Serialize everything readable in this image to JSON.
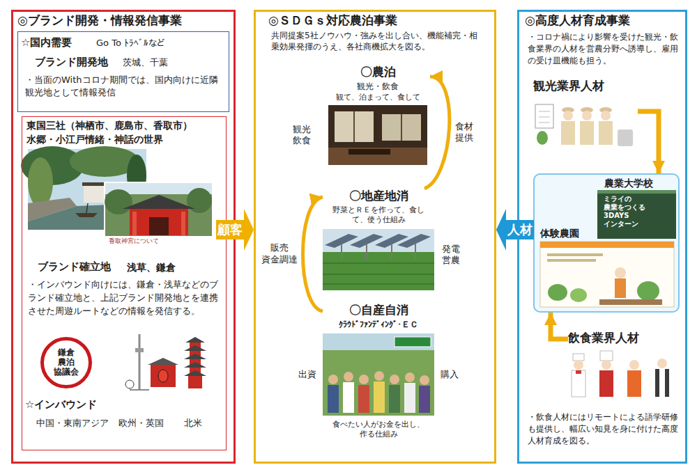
{
  "diagram": {
    "nodes": [
      {
        "text": [
          "◎ブランド開発・情報発信事業"
        ]
      },
      {
        "text": [
          "☆国内需要",
          "Go To ﾄﾗﾍﾞﾙなど",
          "ブランド開発地",
          "茨城、千葉",
          "・当面のWithコロナ期間では、国内向けに近隣観光地として情報発信"
        ],
        "in": 0
      },
      {
        "text": [
          "東国三社（神栖市、鹿島市、香取市）",
          "水郷・小江戸情緒・神話の世界",
          "ブランド確立地",
          "浅草、鎌倉",
          "・インバウンド向けには、鎌倉・浅草などのブランド確立地と、上記ブランド開発地とを連携させた周遊ルートなどの情報を発信する。",
          "☆インバウンド",
          "中国・東南アジア",
          "欧州・英国",
          "北米"
        ],
        "in": 0
      },
      {
        "text": [
          "鎌倉 農泊 協議会"
        ],
        "in": 2
      },
      {
        "text": [
          "◎ＳＤＧｓ対応農泊事業",
          "共同提案5社ノウハウ・強みを出し合い、機能補完・相乗効果発揮のうえ、各社商機拡大を図る。"
        ]
      },
      {
        "text": [
          "〇農泊",
          "観光・飲食",
          "観て、泊まって、食して"
        ],
        "in": 4
      },
      {
        "text": [
          "〇地産地消",
          "野菜とＲＥを作って、食して、使う仕組み"
        ],
        "in": 4
      },
      {
        "text": [
          "〇自産自消",
          "ｸﾗｳﾄﾞﾌｧﾝﾃﾞｨﾝｸﾞ・ＥＣ",
          "食べたい人がお金を出し、作る仕組み"
        ],
        "in": 4
      },
      {
        "text": [
          "◎高度人材育成事業",
          "・コロナ禍により影響を受けた観光・飲食業界の人材を営農分野へ誘導し、雇用の受け皿機能も担う。",
          "・飲食人材にはリモートによる語学研修も提供し、幅広い知見を身に付けた高度人材育成を図る。"
        ]
      },
      {
        "text": [
          "観光業界人材"
        ],
        "in": 8
      },
      {
        "text": [
          "農業大学校",
          "体験農園"
        ],
        "in": 8
      },
      {
        "text": [
          "飲食業界人材"
        ],
        "in": 8
      }
    ],
    "edges": [
      {
        "from": 0,
        "to": 4,
        "label": "顧客",
        "arrow": "to"
      },
      {
        "from": 8,
        "to": 4,
        "label": "人材",
        "arrow": "to"
      },
      {
        "from": 6,
        "to": 5,
        "label": "食材提供",
        "arrow": "to"
      },
      {
        "from": 7,
        "to": 6,
        "label": "販売 資金調達",
        "arrow": "to"
      },
      {
        "from": 9,
        "to": 10,
        "arrow": "to"
      },
      {
        "from": 11,
        "to": 10,
        "arrow": "to"
      }
    ],
    "labels": [
      "香取神宮について",
      "観光 飲食",
      "発電 営農",
      "出資",
      "購入",
      "ミライの 農業をつくる 3DAYS インターン"
    ]
  }
}
